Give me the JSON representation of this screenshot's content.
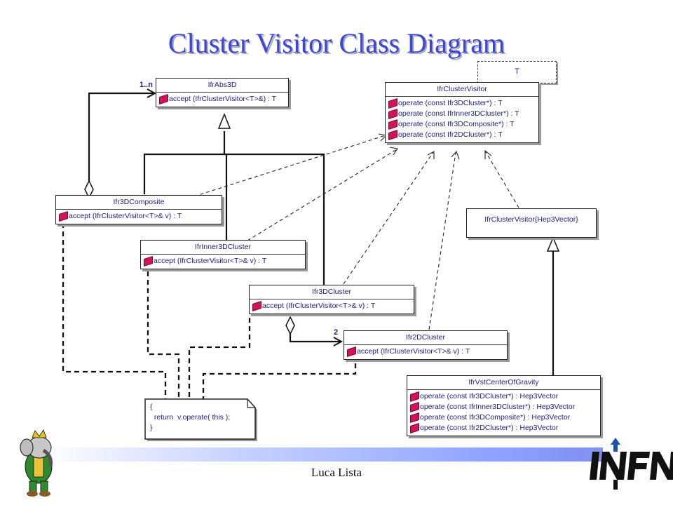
{
  "title": "Cluster Visitor Class Diagram",
  "author": "Luca Lista",
  "template_param": "T",
  "classes": {
    "abs3d": {
      "name": "IfrAbs3D",
      "ops": [
        "accept (IfrClusterVisitor<T>&) : T"
      ]
    },
    "visitor": {
      "name": "IfrClusterVisitor",
      "ops": [
        "operate (const Ifr3DCluster*) : T",
        "operate (const IfrInner3DCluster*) : T",
        "operate (const Ifr3DComposite*) : T",
        "operate (const Ifr2DCluster*) : T"
      ]
    },
    "composite": {
      "name": "Ifr3DComposite",
      "ops": [
        "accept (IfrClusterVisitor<T>& v) : T"
      ]
    },
    "inner": {
      "name": "IfrInner3DCluster",
      "ops": [
        "accept (IfrClusterVisitor<T>& v) : T"
      ]
    },
    "cluster3d": {
      "name": "Ifr3DCluster",
      "ops": [
        "accept (IfrClusterVisitor<T>& v) : T"
      ]
    },
    "cluster2d": {
      "name": "Ifr2DCluster",
      "ops": [
        "accept (IfrClusterVisitor<T>& v) : T"
      ]
    },
    "hep": {
      "name": "IfrClusterVisitor{Hep3Vector}",
      "ops": []
    },
    "cog": {
      "name": "IfrVstCenterOfGravity",
      "ops": [
        "operate (const Ifr3DCluster*) : Hep3Vector",
        "operate (const IfrInner3DCluster*) : Hep3Vector",
        "operate (const Ifr3DComposite*) : Hep3Vector",
        "operate (const Ifr2DCluster*) : Hep3Vector"
      ]
    }
  },
  "multiplicities": {
    "composite_children": "1..n",
    "cluster2d_children": "2"
  },
  "note": {
    "lines": [
      "{",
      "  return  v.operate( this );",
      "}"
    ]
  },
  "colors": {
    "title": "#3b46d9",
    "text": "#1d1d80",
    "op_icon": "#d4125a",
    "footer_band": "#8fa3ff"
  }
}
